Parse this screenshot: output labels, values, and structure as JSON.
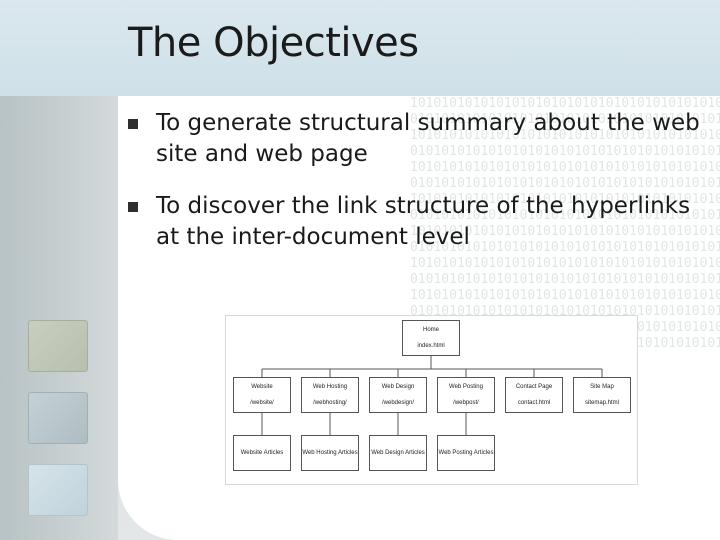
{
  "slide": {
    "title": "The Objectives",
    "bullets": [
      "To generate structural summary about the web site and web page",
      "To discover the link structure of the hyperlinks at the inter-document level"
    ]
  },
  "diagram": {
    "root": {
      "label": "Home",
      "path": "index.html"
    },
    "sections": [
      {
        "label": "Website",
        "path": "/website/"
      },
      {
        "label": "Web Hosting",
        "path": "/webhosting/"
      },
      {
        "label": "Web Design",
        "path": "/webdesign/"
      },
      {
        "label": "Web Posting",
        "path": "/webpost/"
      },
      {
        "label": "Contact Page",
        "path": "contact.html"
      },
      {
        "label": "Site Map",
        "path": "sitemap.html"
      }
    ],
    "articles": [
      {
        "label": "Website Articles"
      },
      {
        "label": "Web Hosting Articles"
      },
      {
        "label": "Web Design Articles"
      },
      {
        "label": "Web Posting Articles"
      }
    ]
  },
  "colors": {
    "title_band": "#cfe0e8",
    "panel": "#ffffff",
    "bullet_marker": "#2f2f2f"
  }
}
